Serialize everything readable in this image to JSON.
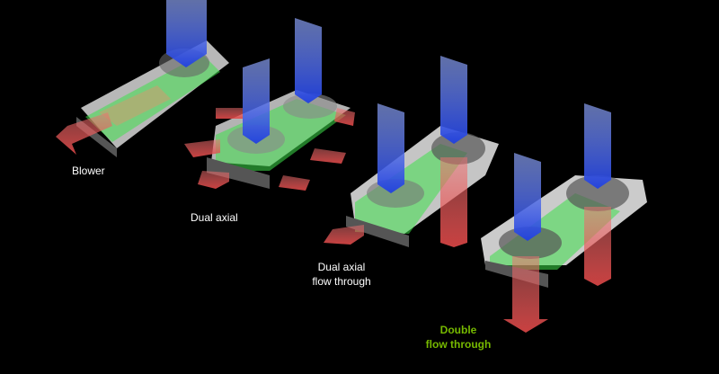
{
  "labels": {
    "blower": "Blower",
    "dual_axial": "Dual axial",
    "dual_axial_flow_through_1": "Dual axial",
    "dual_axial_flow_through_2": "flow through",
    "double_flow_through_1": "Double",
    "double_flow_through_2": "flow through"
  },
  "colors": {
    "background": "#000000",
    "intake_arrow": "#3a5fe0",
    "exhaust_arrow": "#e05050",
    "pcb": "#3ee04a",
    "highlight_label": "#76b900"
  }
}
